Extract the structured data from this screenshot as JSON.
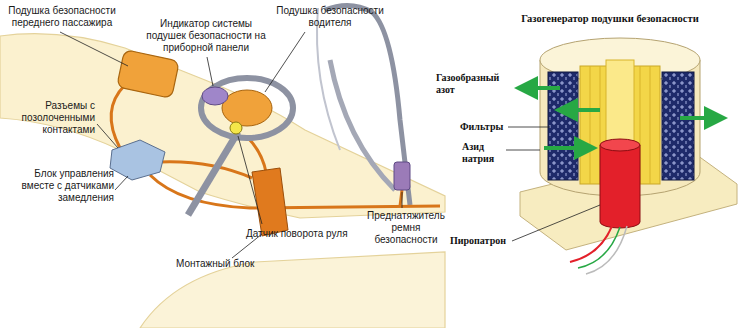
{
  "diagram": {
    "title": "Газогенератор подушки безопасности",
    "labels": [
      "Подушка безопасности переднего пассажира",
      "Индикатор системы подушек безопасности на приборной панели",
      "Подушка безопасности водителя",
      "Разъемы с позолоченными контактами",
      "Блок управления вместе с датчиками замедления",
      "Преднатяжитель ремня безопасности",
      "Датчик поворота руля",
      "Монтажный блок",
      "Газообразный азот",
      "Фильтры",
      "Азид натрия",
      "Пиропатрон"
    ]
  }
}
